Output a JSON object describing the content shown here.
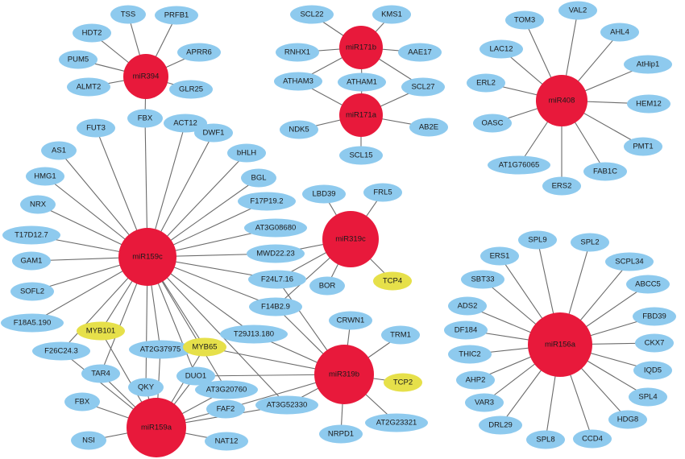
{
  "colors": {
    "mirna": "#e8193b",
    "target": "#8ecaee",
    "highlight_target": "#e6e04a",
    "edge": "#6b6b6b"
  },
  "mirnas": {
    "mir394": "miR394",
    "mir171b": "miR171b",
    "mir171a": "miR171a",
    "mir408": "miR408",
    "mir159c": "miR159c",
    "mir319c": "miR319c",
    "mir319b": "miR319b",
    "mir156a": "miR156a",
    "mir159a": "miR159a"
  },
  "targets": {
    "tss": "TSS",
    "prfb1": "PRFB1",
    "hdt2": "HDT2",
    "aprr6": "APRR6",
    "pum5": "PUM5",
    "almt2": "ALMT2",
    "glr25": "GLR25",
    "fbx_top": "FBX",
    "scl22": "SCL22",
    "kms1": "KMS1",
    "rnhx1": "RNHX1",
    "aae17": "AAE17",
    "atham3": "ATHAM3",
    "atham1": "ATHAM1",
    "scl27": "SCL27",
    "ndk5": "NDK5",
    "ab2e": "AB2E",
    "scl15": "SCL15",
    "tom3": "TOM3",
    "val2": "VAL2",
    "ahl4": "AHL4",
    "lac12": "LAC12",
    "athip1": "AtHip1",
    "erl2": "ERL2",
    "hem12": "HEM12",
    "oasc": "OASC",
    "pmt1": "PMT1",
    "at1g76065": "AT1G76065",
    "fab1c": "FAB1C",
    "ers2": "ERS2",
    "fut3": "FUT3",
    "act12": "ACT12",
    "dwf1": "DWF1",
    "as1": "AS1",
    "bhlh": "bHLH",
    "hmg1": "HMG1",
    "bgl": "BGL",
    "f17p19_2": "F17P19.2",
    "nrx": "NRX",
    "at3g08680": "AT3G08680",
    "t17d12_7": "T17D12.7",
    "gam1": "GAM1",
    "mwd22_23": "MWD22.23",
    "sofl2": "SOFL2",
    "f24l7_16": "F24L7.16",
    "f18a5_190": "F18A5.190",
    "f14b2_9": "F14B2.9",
    "myb101": "MYB101",
    "t29j13_180": "T29J13.180",
    "f26c24_3": "F26C24.3",
    "at2g37975": "AT2G37975",
    "myb65": "MYB65",
    "tar4": "TAR4",
    "duo1": "DUO1",
    "qky": "QKY",
    "at3g20760": "AT3G20760",
    "fbx_bottom": "FBX",
    "faf2": "FAF2",
    "at3g52330": "AT3G52330",
    "nsi": "NSI",
    "nat12": "NAT12",
    "lbd39": "LBD39",
    "frl5": "FRL5",
    "tcp4": "TCP4",
    "bor": "BOR",
    "crwn1": "CRWN1",
    "trm1": "TRM1",
    "tcp2": "TCP2",
    "nrpd1": "NRPD1",
    "at2g23321": "AT2G23321",
    "spl9": "SPL9",
    "spl2": "SPL2",
    "ers1": "ERS1",
    "scpl34": "SCPL34",
    "sbt33": "SBT33",
    "abcc5": "ABCC5",
    "ads2": "ADS2",
    "fbd39": "FBD39",
    "df184": "DF184",
    "ckx7": "CKX7",
    "thic2": "THIC2",
    "iqd5": "IQD5",
    "ahp2": "AHP2",
    "spl4": "SPL4",
    "var3": "VAR3",
    "hdg8": "HDG8",
    "drl29": "DRL29",
    "ccd4": "CCD4",
    "spl8": "SPL8"
  },
  "highlighted": [
    "myb101",
    "myb65",
    "tcp4",
    "tcp2"
  ],
  "edges": [
    [
      "mir394",
      "tss"
    ],
    [
      "mir394",
      "prfb1"
    ],
    [
      "mir394",
      "hdt2"
    ],
    [
      "mir394",
      "aprr6"
    ],
    [
      "mir394",
      "pum5"
    ],
    [
      "mir394",
      "almt2"
    ],
    [
      "mir394",
      "glr25"
    ],
    [
      "mir394",
      "fbx_top"
    ],
    [
      "mir171b",
      "scl22"
    ],
    [
      "mir171b",
      "kms1"
    ],
    [
      "mir171b",
      "rnhx1"
    ],
    [
      "mir171b",
      "aae17"
    ],
    [
      "mir171b",
      "atham3"
    ],
    [
      "mir171b",
      "atham1"
    ],
    [
      "mir171b",
      "scl27"
    ],
    [
      "mir171a",
      "atham3"
    ],
    [
      "mir171a",
      "atham1"
    ],
    [
      "mir171a",
      "scl27"
    ],
    [
      "mir171a",
      "ndk5"
    ],
    [
      "mir171a",
      "ab2e"
    ],
    [
      "mir171a",
      "scl15"
    ],
    [
      "mir408",
      "tom3"
    ],
    [
      "mir408",
      "val2"
    ],
    [
      "mir408",
      "ahl4"
    ],
    [
      "mir408",
      "lac12"
    ],
    [
      "mir408",
      "athip1"
    ],
    [
      "mir408",
      "erl2"
    ],
    [
      "mir408",
      "hem12"
    ],
    [
      "mir408",
      "oasc"
    ],
    [
      "mir408",
      "pmt1"
    ],
    [
      "mir408",
      "at1g76065"
    ],
    [
      "mir408",
      "fab1c"
    ],
    [
      "mir408",
      "ers2"
    ],
    [
      "mir159c",
      "fbx_top"
    ],
    [
      "mir159c",
      "fut3"
    ],
    [
      "mir159c",
      "act12"
    ],
    [
      "mir159c",
      "dwf1"
    ],
    [
      "mir159c",
      "as1"
    ],
    [
      "mir159c",
      "bhlh"
    ],
    [
      "mir159c",
      "hmg1"
    ],
    [
      "mir159c",
      "bgl"
    ],
    [
      "mir159c",
      "f17p19_2"
    ],
    [
      "mir159c",
      "nrx"
    ],
    [
      "mir159c",
      "at3g08680"
    ],
    [
      "mir159c",
      "t17d12_7"
    ],
    [
      "mir159c",
      "gam1"
    ],
    [
      "mir159c",
      "mwd22_23"
    ],
    [
      "mir159c",
      "sofl2"
    ],
    [
      "mir159c",
      "f24l7_16"
    ],
    [
      "mir159c",
      "f18a5_190"
    ],
    [
      "mir159c",
      "f14b2_9"
    ],
    [
      "mir159c",
      "myb101"
    ],
    [
      "mir159c",
      "t29j13_180"
    ],
    [
      "mir159c",
      "f26c24_3"
    ],
    [
      "mir159c",
      "at2g37975"
    ],
    [
      "mir159c",
      "myb65"
    ],
    [
      "mir159c",
      "tar4"
    ],
    [
      "mir159c",
      "duo1"
    ],
    [
      "mir159c",
      "qky"
    ],
    [
      "mir159c",
      "at3g20760"
    ],
    [
      "mir159c",
      "at3g52330"
    ],
    [
      "mir159a",
      "myb101"
    ],
    [
      "mir159a",
      "tar4"
    ],
    [
      "mir159a",
      "qky"
    ],
    [
      "mir159a",
      "at2g37975"
    ],
    [
      "mir159a",
      "duo1"
    ],
    [
      "mir159a",
      "myb65"
    ],
    [
      "mir159a",
      "fbx_bottom"
    ],
    [
      "mir159a",
      "nsi"
    ],
    [
      "mir159a",
      "faf2"
    ],
    [
      "mir159a",
      "nat12"
    ],
    [
      "mir159a",
      "at3g20760"
    ],
    [
      "mir159a",
      "at3g52330"
    ],
    [
      "mir159a",
      "f26c24_3"
    ],
    [
      "mir319c",
      "lbd39"
    ],
    [
      "mir319c",
      "frl5"
    ],
    [
      "mir319c",
      "tcp4"
    ],
    [
      "mir319c",
      "bor"
    ],
    [
      "mir319c",
      "f24l7_16"
    ],
    [
      "mir319c",
      "f14b2_9"
    ],
    [
      "mir319c",
      "mwd22_23"
    ],
    [
      "mir319b",
      "crwn1"
    ],
    [
      "mir319b",
      "trm1"
    ],
    [
      "mir319b",
      "tcp2"
    ],
    [
      "mir319b",
      "nrpd1"
    ],
    [
      "mir319b",
      "at2g23321"
    ],
    [
      "mir319b",
      "f14b2_9"
    ],
    [
      "mir319b",
      "t29j13_180"
    ],
    [
      "mir319b",
      "myb65"
    ],
    [
      "mir319b",
      "duo1"
    ],
    [
      "mir319b",
      "at3g52330"
    ],
    [
      "mir319b",
      "faf2"
    ],
    [
      "mir319b",
      "f24l7_16"
    ],
    [
      "mir156a",
      "spl9"
    ],
    [
      "mir156a",
      "spl2"
    ],
    [
      "mir156a",
      "ers1"
    ],
    [
      "mir156a",
      "scpl34"
    ],
    [
      "mir156a",
      "sbt33"
    ],
    [
      "mir156a",
      "abcc5"
    ],
    [
      "mir156a",
      "ads2"
    ],
    [
      "mir156a",
      "fbd39"
    ],
    [
      "mir156a",
      "df184"
    ],
    [
      "mir156a",
      "ckx7"
    ],
    [
      "mir156a",
      "thic2"
    ],
    [
      "mir156a",
      "iqd5"
    ],
    [
      "mir156a",
      "ahp2"
    ],
    [
      "mir156a",
      "spl4"
    ],
    [
      "mir156a",
      "var3"
    ],
    [
      "mir156a",
      "hdg8"
    ],
    [
      "mir156a",
      "drl29"
    ],
    [
      "mir156a",
      "ccd4"
    ],
    [
      "mir156a",
      "spl8"
    ]
  ]
}
